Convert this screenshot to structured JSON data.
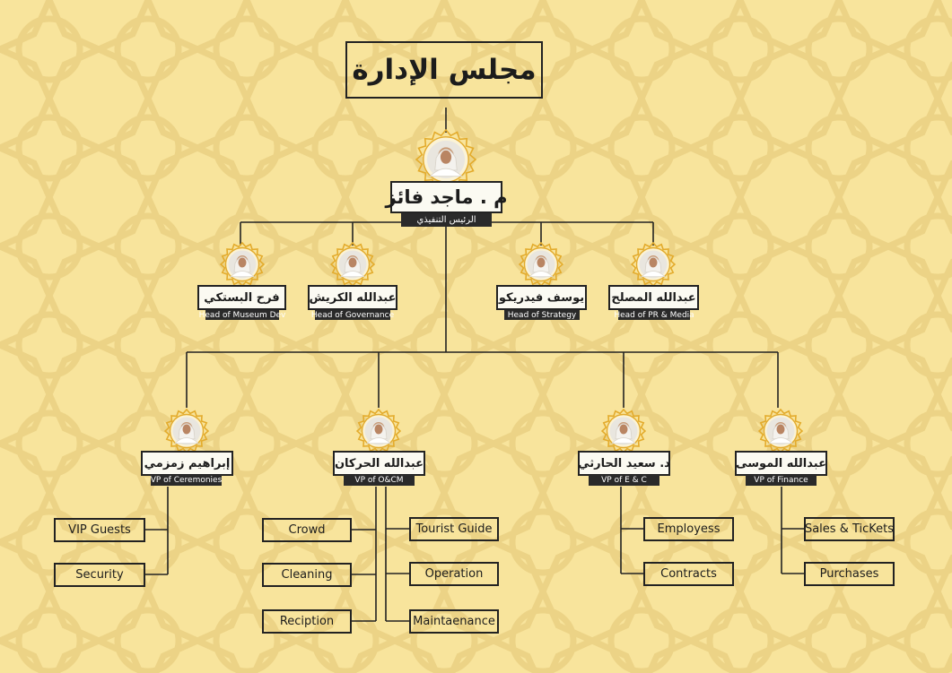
{
  "colors": {
    "background": "#f8e49c",
    "pattern": "#ead07f",
    "line": "#222222",
    "rosette_gold": "#e3ab2c",
    "role_bg": "#2a2a2a"
  },
  "board": {
    "title": "مجلس الإدارة"
  },
  "ceo": {
    "name": "م . ماجد فائز",
    "role": "الرئيس التنفيذي",
    "photo_icon": "person-photo-icon"
  },
  "heads": [
    {
      "name": "فرح البستكي",
      "role": "Head of Museum Dev"
    },
    {
      "name": "عبدالله الكريش",
      "role": "Head of Governance"
    },
    {
      "name": "يوسف فيدريكو",
      "role": "Head of Strategy"
    },
    {
      "name": "عبدالله المصلح",
      "role": "Head of PR & Media"
    }
  ],
  "vps": [
    {
      "name": "إبراهيم زمزمي",
      "role": "VP of Ceremonies"
    },
    {
      "name": "عبدالله الحركان",
      "role": "VP of O&CM"
    },
    {
      "name": "د. سعيد الحارثي",
      "role": "VP of E & C"
    },
    {
      "name": "عبدالله الموسى",
      "role": "VP of Finance"
    }
  ],
  "units": {
    "ceremonies": [
      "VIP Guests",
      "Security"
    ],
    "ocm_left": [
      "Crowd",
      "Cleaning",
      "Reciption"
    ],
    "ocm_right": [
      "Tourist Guide",
      "Operation",
      "Maintaenance"
    ],
    "ec": [
      "Employess",
      "Contracts"
    ],
    "finance": [
      "Sales & TicKets",
      "Purchases"
    ]
  }
}
